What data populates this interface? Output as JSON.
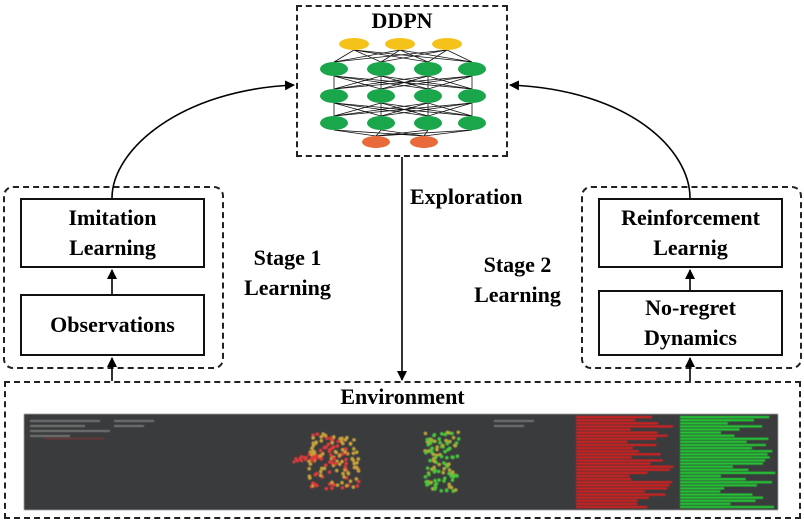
{
  "network": {
    "title": "DDPN"
  },
  "stage1": {
    "imitation": [
      "Imitation",
      "Learning"
    ],
    "observations": "Observations",
    "label": [
      "Stage 1",
      "Learning"
    ]
  },
  "stage2": {
    "reinforcement": [
      "Reinforcement",
      "Learnig"
    ],
    "noregret": [
      "No-regret",
      "Dynamics"
    ],
    "label": [
      "Stage 2",
      "Learning"
    ]
  },
  "exploration": "Exploration",
  "environment": {
    "title": "Environment"
  },
  "colors": {
    "input_node": "#f5c21a",
    "hidden_node": "#1aa64a",
    "output_node": "#e86a3a",
    "env_bg": "#3a3b3d",
    "red_bars": "#d42020",
    "green_bars": "#22cc33"
  }
}
